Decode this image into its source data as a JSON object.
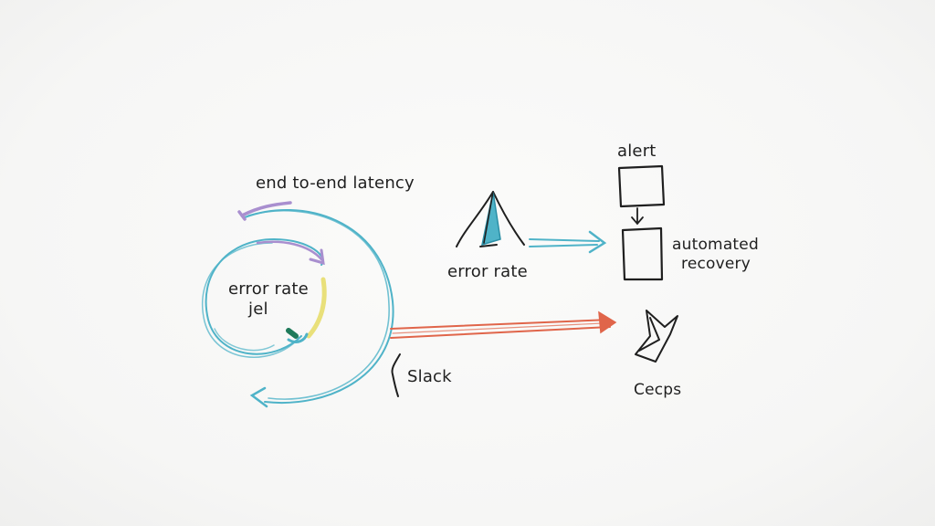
{
  "labels": {
    "latency": "end to-end latency",
    "error_rate_loop": "error rate",
    "loop_sub": "jel",
    "slack": "Slack",
    "error_rate_gauge": "error rate",
    "alert": "alert",
    "automated": "automated",
    "recovery": "recovery",
    "ceops": "Cecps"
  },
  "colors": {
    "teal": "#4fb3c8",
    "purple": "#a98fcf",
    "yellow": "#e9e07a",
    "red": "#e0654a",
    "green": "#1f7a5a",
    "ink": "#1f1f1f"
  }
}
